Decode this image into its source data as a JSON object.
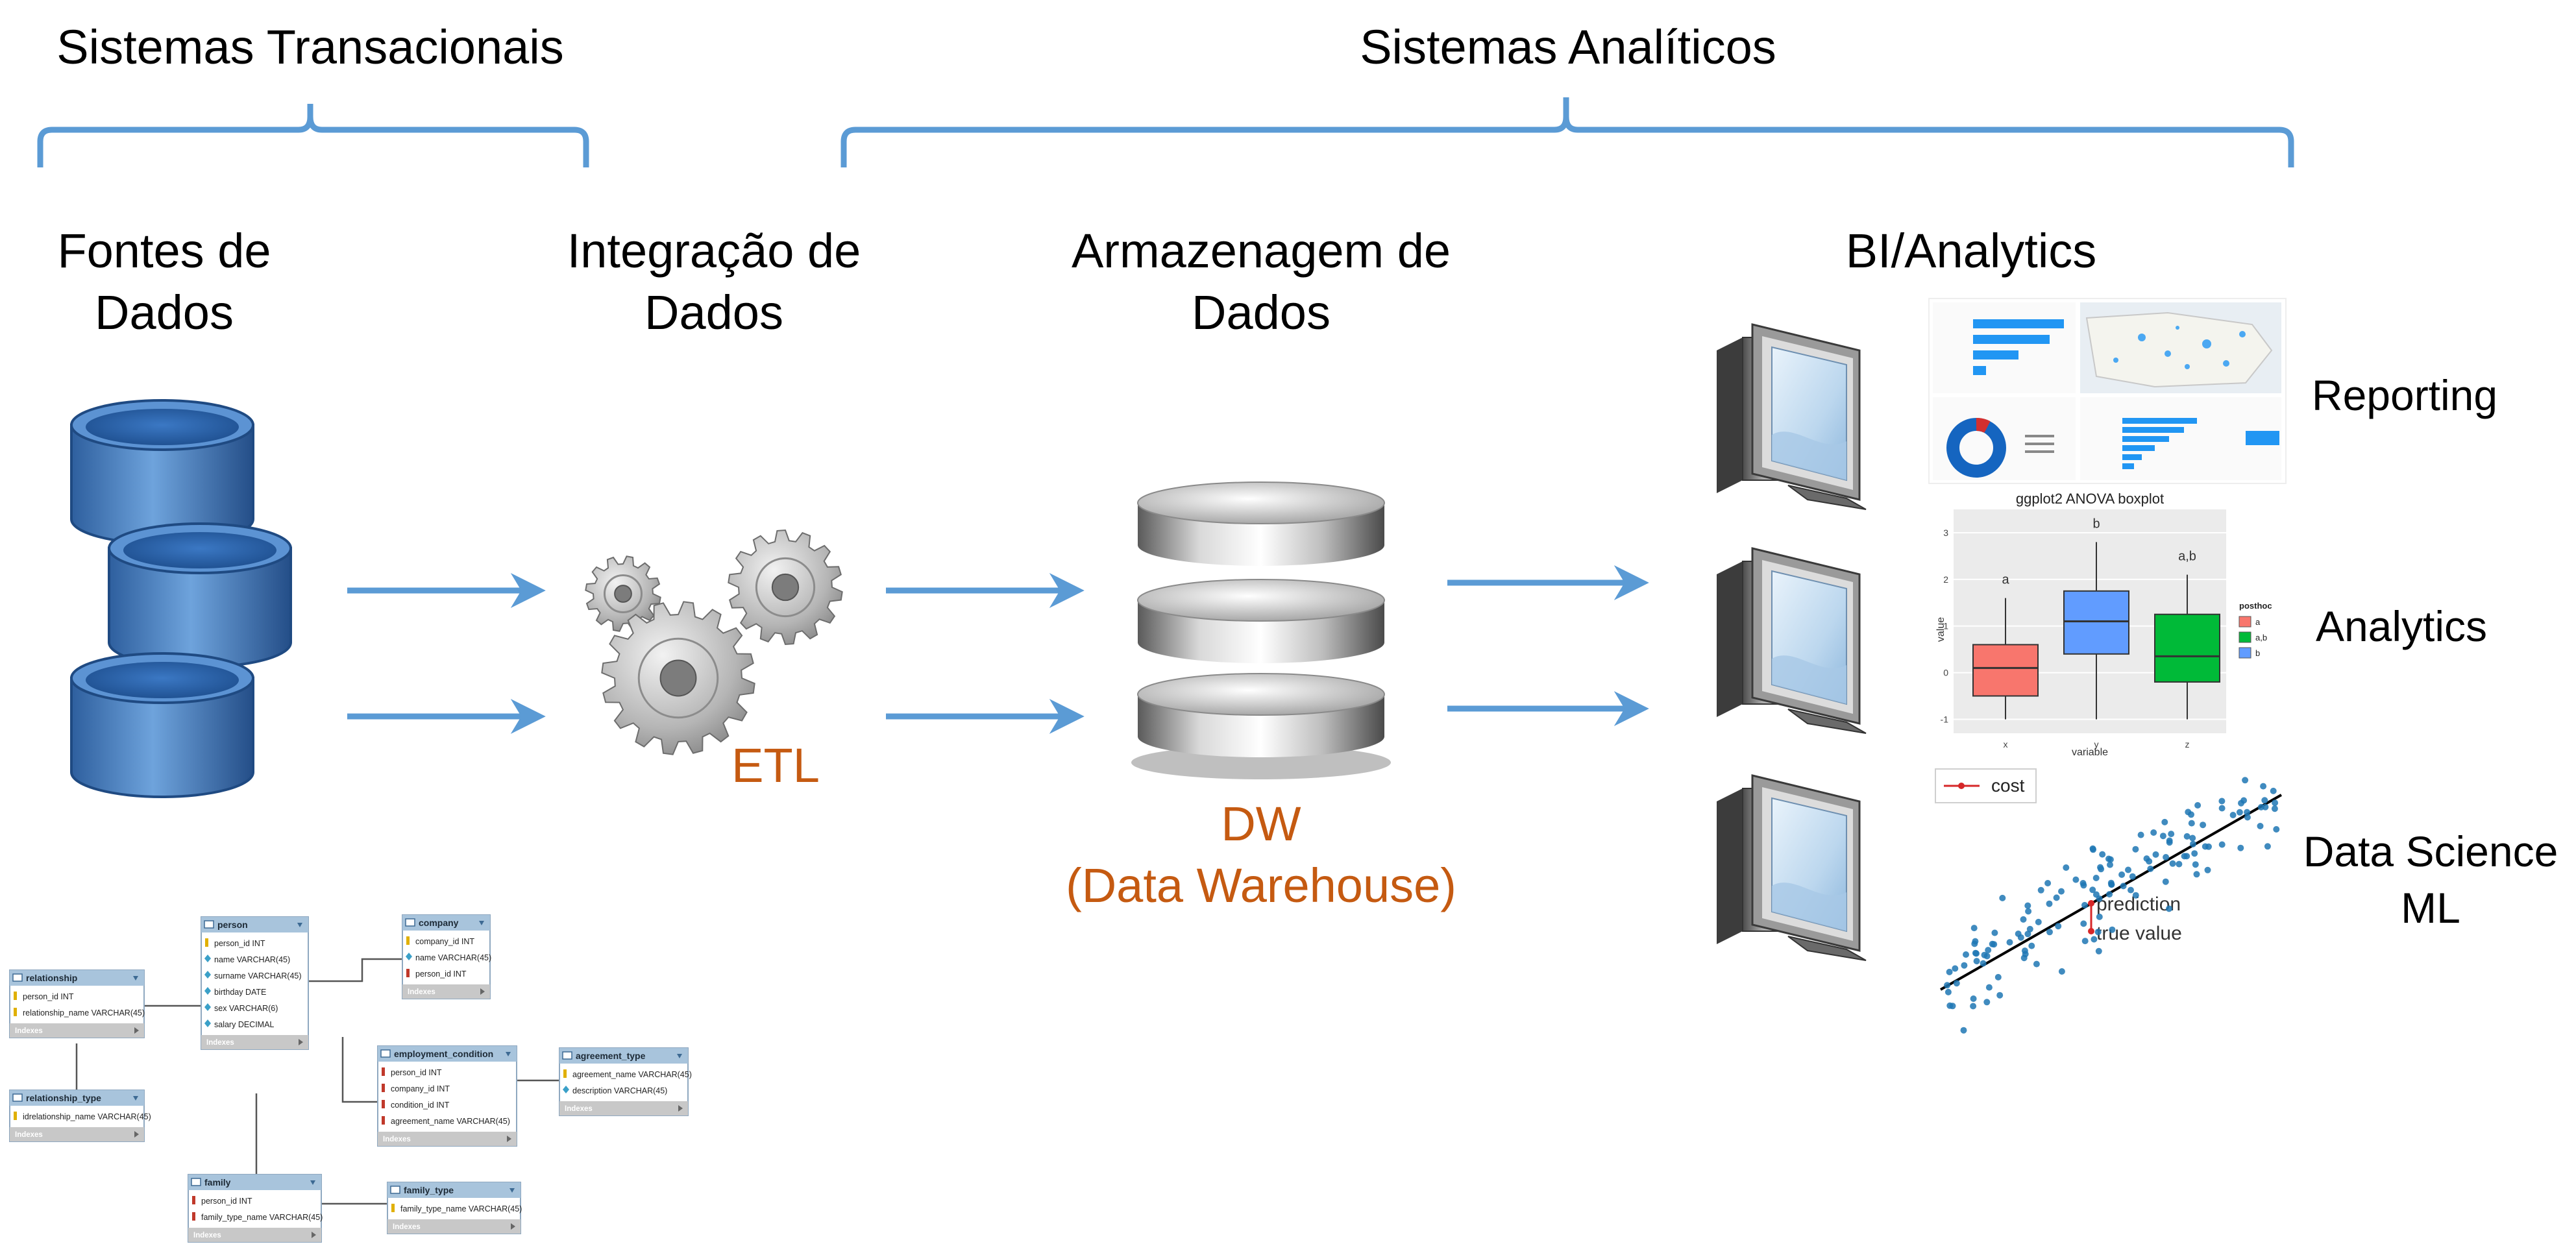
{
  "section_headers": {
    "transactional": "Sistemas Transacionais",
    "analytical": "Sistemas Analíticos"
  },
  "stages": {
    "sources": [
      "Fontes de",
      "Dados"
    ],
    "integration": [
      "Integração de",
      "Dados"
    ],
    "storage": [
      "Armazenagem de",
      "Dados"
    ],
    "bi": "BI/Analytics"
  },
  "captions": {
    "etl": "ETL",
    "dw_line1": "DW",
    "dw_line2": "(Data Warehouse)"
  },
  "outputs": {
    "reporting": "Reporting",
    "analytics": "Analytics",
    "data_science": [
      "Data Science",
      "ML"
    ]
  },
  "boxplot": {
    "title": "ggplot2 ANOVA boxplot",
    "xlabel": "variable",
    "ylabel": "value",
    "y_ticks": [
      "3",
      "2",
      "1",
      "0",
      "-1"
    ],
    "x_ticks": [
      "x",
      "y",
      "z"
    ],
    "group_letters": [
      "a",
      "b",
      "a,b"
    ],
    "legend_title": "posthoc",
    "legend_items": [
      {
        "label": "a",
        "color": "#f8766d"
      },
      {
        "label": "a,b",
        "color": "#00ba38"
      },
      {
        "label": "b",
        "color": "#619cff"
      }
    ],
    "boxes": [
      {
        "q1": -0.5,
        "median": 0.1,
        "q3": 0.6,
        "low": -1.0,
        "high": 1.6,
        "color": "#f8766d"
      },
      {
        "q1": 0.4,
        "median": 1.1,
        "q3": 1.75,
        "low": -1.0,
        "high": 2.8,
        "color": "#619cff"
      },
      {
        "q1": -0.2,
        "median": 0.35,
        "q3": 1.25,
        "low": -1.0,
        "high": 2.1,
        "color": "#00ba38"
      }
    ]
  },
  "scatter": {
    "legend": "cost",
    "label_prediction": "prediction",
    "label_true": "true value"
  },
  "er_diagram": {
    "tables": [
      {
        "name": "relationship",
        "fields": [
          {
            "icon": "key",
            "text": "person_id INT"
          },
          {
            "icon": "key",
            "text": "relationship_name VARCHAR(45)"
          }
        ],
        "footer": "Indexes"
      },
      {
        "name": "relationship_type",
        "fields": [
          {
            "icon": "key",
            "text": "idrelationship_name VARCHAR(45)"
          }
        ],
        "footer": "Indexes"
      },
      {
        "name": "person",
        "fields": [
          {
            "icon": "key",
            "text": "person_id INT"
          },
          {
            "icon": "col",
            "text": "name VARCHAR(45)"
          },
          {
            "icon": "col",
            "text": "surname VARCHAR(45)"
          },
          {
            "icon": "col",
            "text": "birthday DATE"
          },
          {
            "icon": "col",
            "text": "sex VARCHAR(6)"
          },
          {
            "icon": "col",
            "text": "salary DECIMAL"
          }
        ],
        "footer": "Indexes"
      },
      {
        "name": "company",
        "fields": [
          {
            "icon": "key",
            "text": "company_id INT"
          },
          {
            "icon": "col",
            "text": "name VARCHAR(45)"
          },
          {
            "icon": "fk",
            "text": "person_id INT"
          }
        ],
        "footer": "Indexes"
      },
      {
        "name": "employment_condition",
        "fields": [
          {
            "icon": "fk",
            "text": "person_id INT"
          },
          {
            "icon": "fk",
            "text": "company_id INT"
          },
          {
            "icon": "fk",
            "text": "condition_id INT"
          },
          {
            "icon": "fk",
            "text": "agreement_name VARCHAR(45)"
          }
        ],
        "footer": "Indexes"
      },
      {
        "name": "agreement_type",
        "fields": [
          {
            "icon": "key",
            "text": "agreement_name VARCHAR(45)"
          },
          {
            "icon": "col",
            "text": "description VARCHAR(45)"
          }
        ],
        "footer": "Indexes"
      },
      {
        "name": "family",
        "fields": [
          {
            "icon": "fk",
            "text": "person_id INT"
          },
          {
            "icon": "fk",
            "text": "family_type_name VARCHAR(45)"
          }
        ],
        "footer": "Indexes"
      },
      {
        "name": "family_type",
        "fields": [
          {
            "icon": "key",
            "text": "family_type_name VARCHAR(45)"
          }
        ],
        "footer": "Indexes"
      }
    ]
  },
  "colors": {
    "arrow": "#5b9bd5",
    "accent_orange": "#c55a11",
    "text": "#000000",
    "db_blue": "#3f6fb5"
  }
}
